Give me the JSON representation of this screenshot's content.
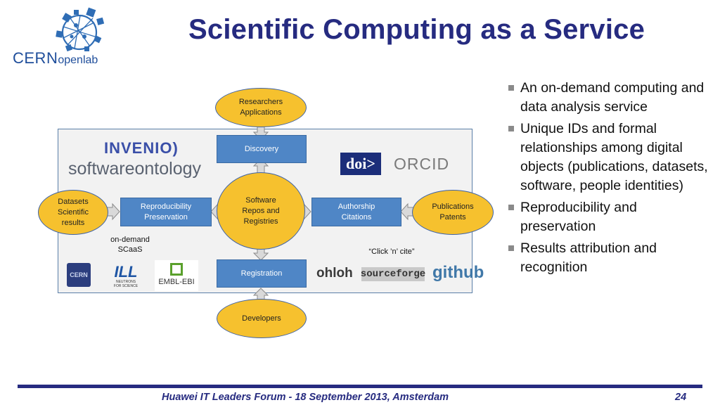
{
  "logo": {
    "cern": "CERN",
    "openlab": "openlab"
  },
  "title": "Scientific Computing as a Service",
  "diagram": {
    "researchers": "Researchers\nApplications",
    "discovery": "Discovery",
    "datasets": "Datasets\nScientific\nresults",
    "reproducibility": "Reproducibility\nPreservation",
    "software_repos": "Software\nRepos and\nRegistries",
    "authorship": "Authorship\nCitations",
    "publications": "Publications\nPatents",
    "registration": "Registration",
    "developers": "Developers",
    "on_demand": "on-demand\nSCaaS",
    "click_cite": "“Click ’n’ cite”",
    "logos": {
      "invenio": "INVENIO)",
      "softwareontology": "softwareontology",
      "doi": "doi>",
      "orcid": "ORCID",
      "ohloh": "ohloh",
      "sourceforge": "sourceforge",
      "github": "github",
      "cern_badge": "CERN",
      "ill": "ILL",
      "ill_caption": "NEUTRONS\nFOR SCIENCE",
      "embl": "EMBL-EBI"
    }
  },
  "bullets": [
    "An on-demand computing and data analysis service",
    "Unique IDs and formal relationships among digital objects (publications, datasets, software, people identities)",
    "Reproducibility and preservation",
    "Results attribution and recognition"
  ],
  "footer": {
    "text": "Huawei IT Leaders Forum - 18 September 2013, Amsterdam",
    "page": "24"
  },
  "colors": {
    "title": "#262b80",
    "box": "#4f86c6",
    "ellipse": "#f6c12e",
    "panel": "#f2f2f2"
  }
}
